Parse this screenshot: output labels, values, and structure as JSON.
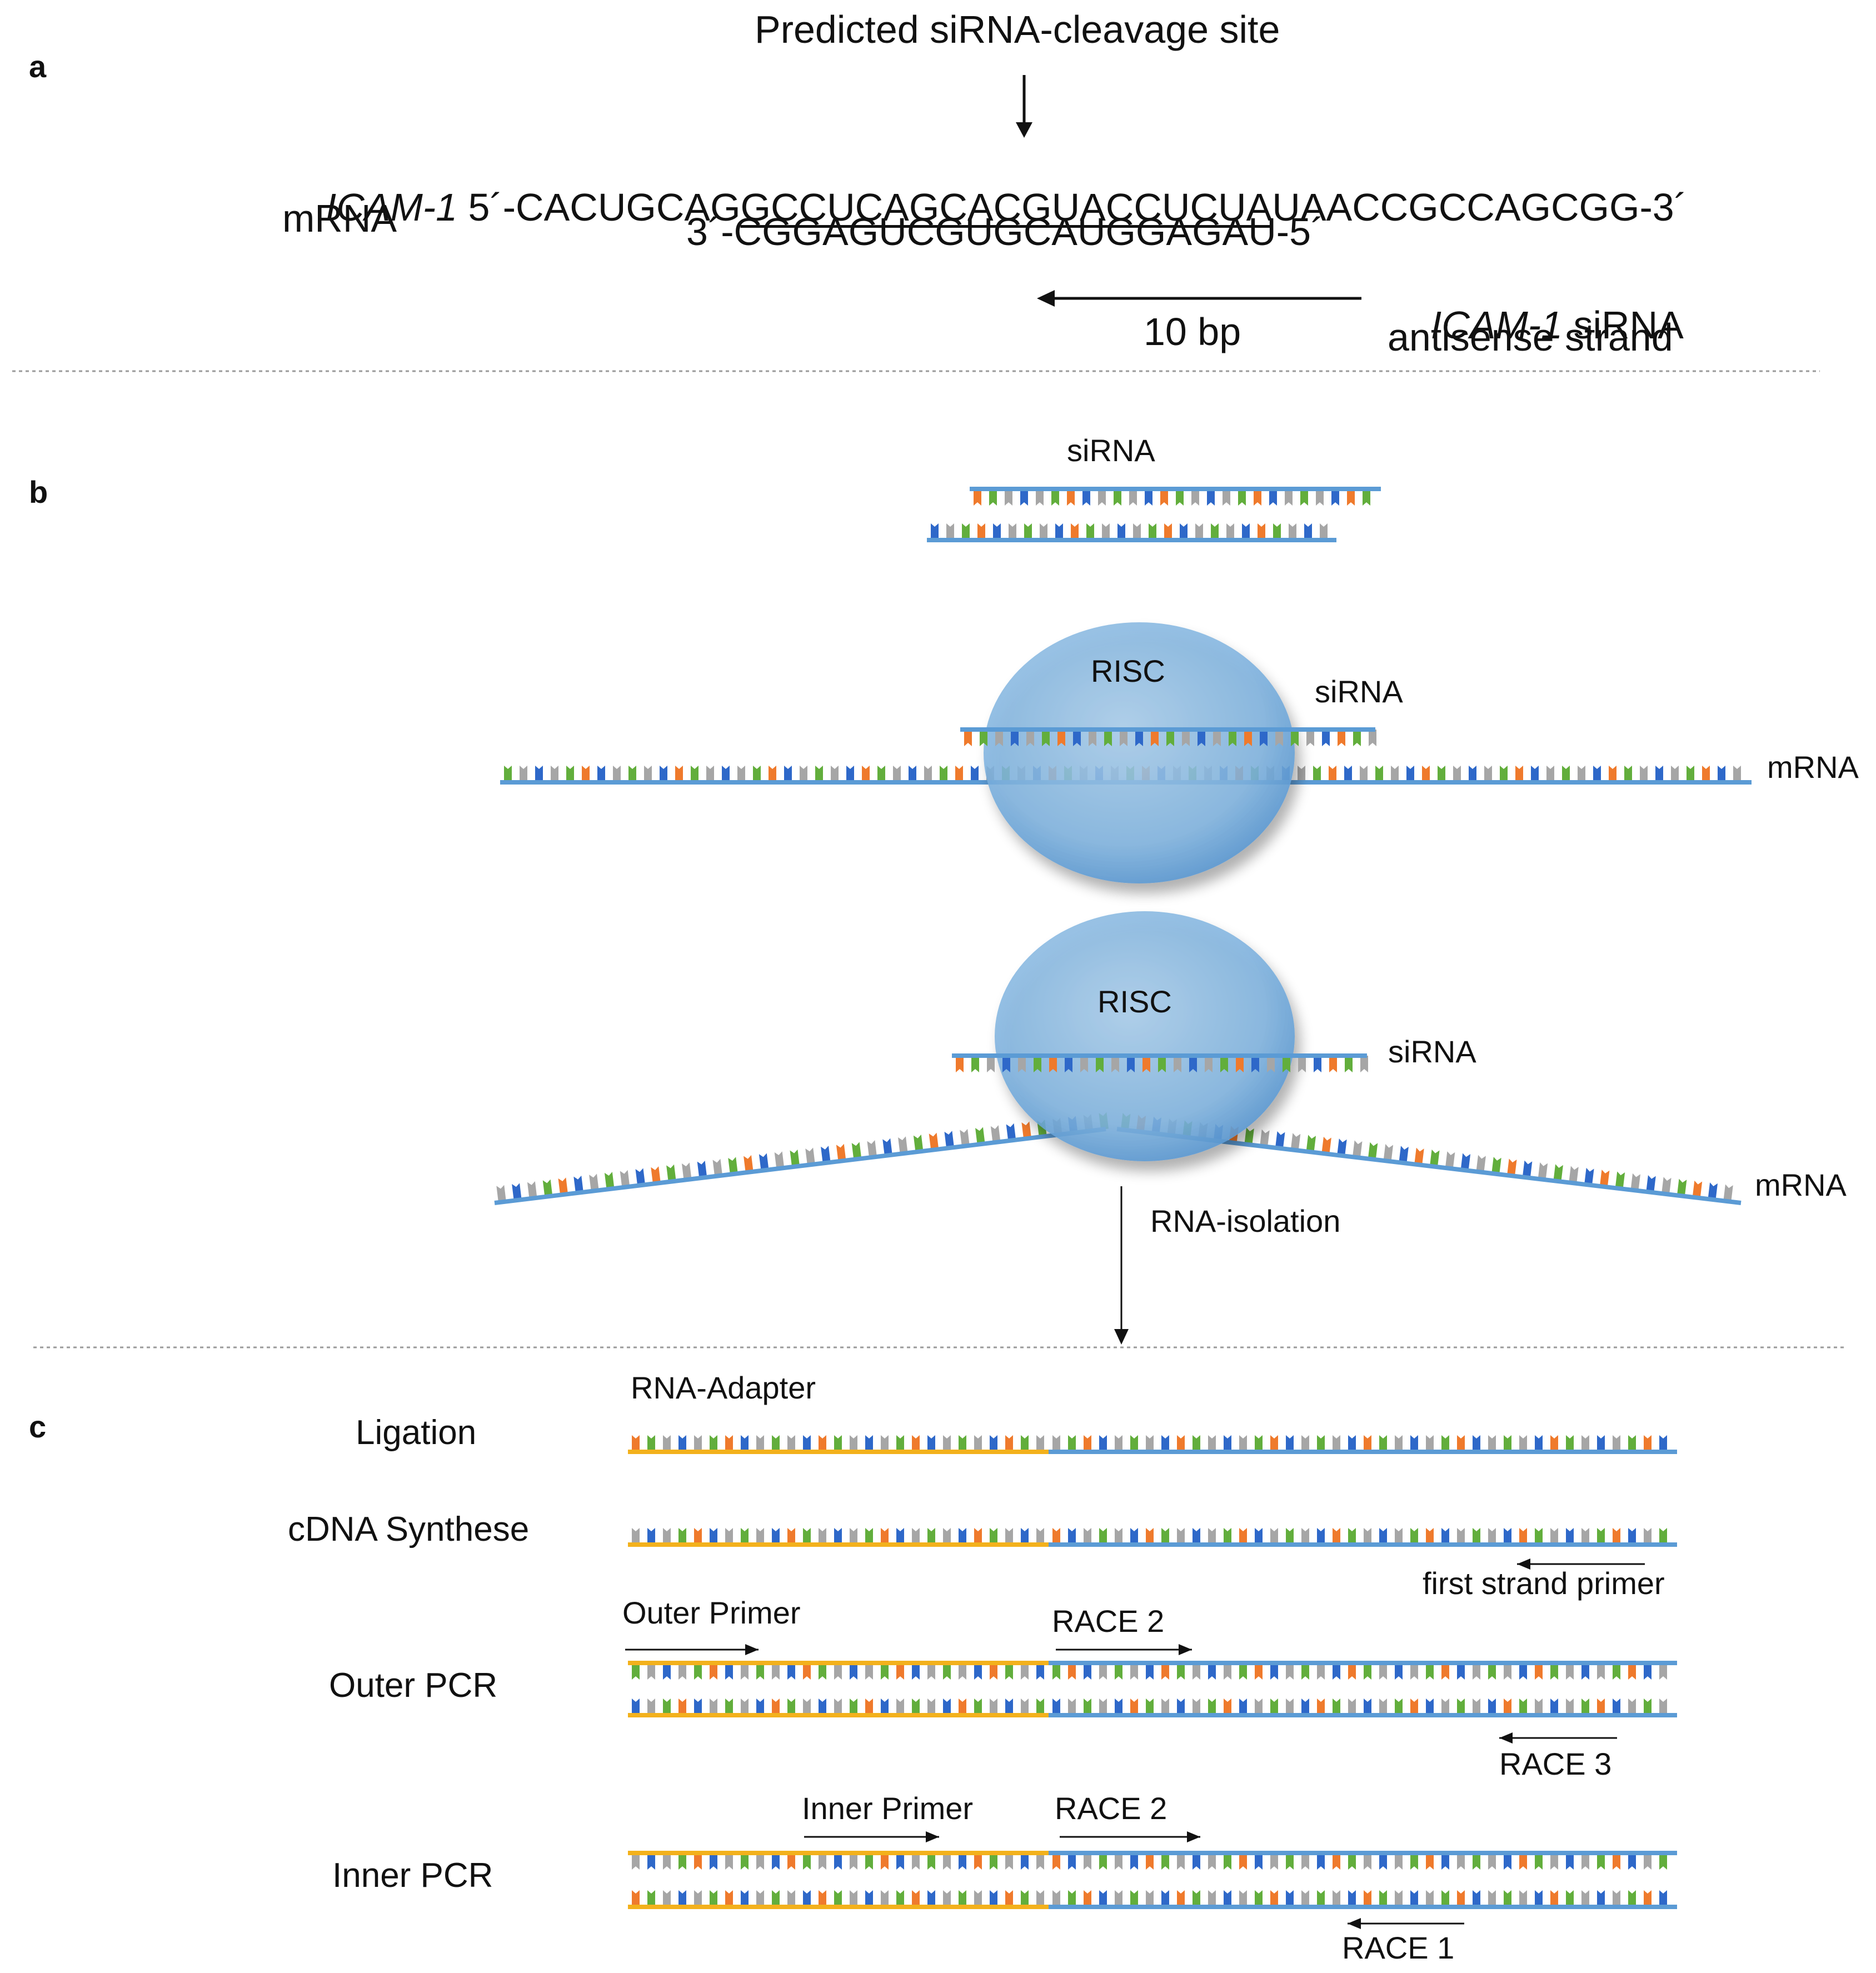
{
  "panels": {
    "a": "a",
    "b": "b",
    "c": "c"
  },
  "panel_a": {
    "title": "Predicted siRNA-cleavage site",
    "gene_label": "ICAM-1",
    "mrna_word": "mRNA",
    "mrna_prefix": " 5´-CACUGCAG",
    "mrna_target": "GCCUCAGCACGUACCUCUA",
    "mrna_suffix": "UAACCGCCAGCGG-3´",
    "antisense_seq": "3´-CGGAGUCGUGCAUGGAGAU-5´",
    "scale_label": "10 bp",
    "sirna_gene": "ICAM-1",
    "sirna_word": " siRNA",
    "antisense_label": "antisense strand"
  },
  "panel_b": {
    "sirna_label": "siRNA",
    "risc_label": "RISC",
    "mrna_label": "mRNA",
    "isolation_label": "RNA-isolation"
  },
  "panel_c": {
    "adapter_label": "RNA-Adapter",
    "steps": [
      "Ligation",
      "cDNA Synthese",
      "Outer PCR",
      "Inner PCR"
    ],
    "first_strand_primer": "first strand primer",
    "outer_primer": "Outer Primer",
    "inner_primer": "Inner Primer",
    "race1": "RACE 1",
    "race2": "RACE 2",
    "race3": "RACE 3"
  },
  "colors": {
    "backbone_blue": "#5b9bd5",
    "adapter_orange": "#f3b11c",
    "base_blue": "#2e68c9",
    "base_green": "#62ae3c",
    "base_orange": "#ef7a2c",
    "base_gray": "#a6a6a6",
    "risc": "#7fb3df",
    "divider": "#9a9a9a"
  }
}
